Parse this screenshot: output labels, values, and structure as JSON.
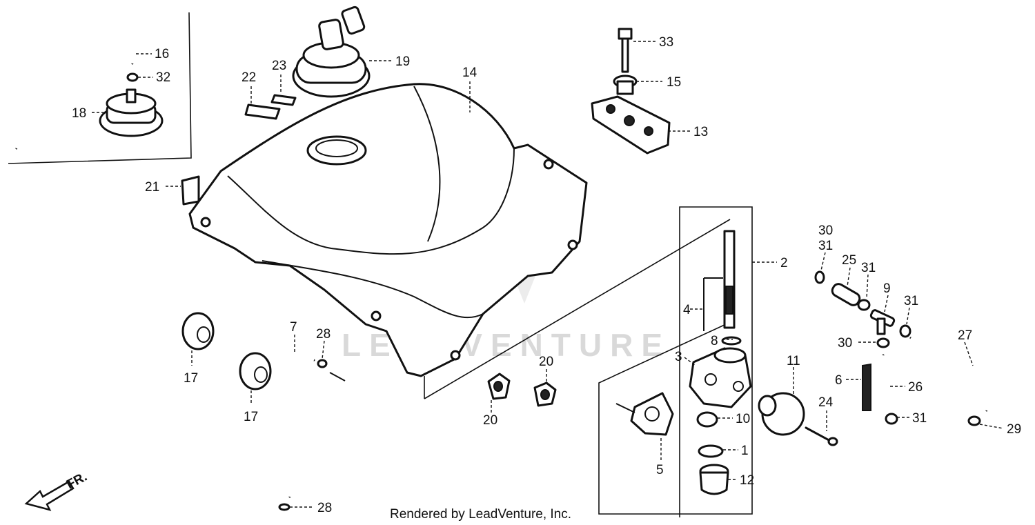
{
  "watermark": "LEADVENTURE",
  "credit": "Rendered by LeadVenture, Inc.",
  "direction_label": "FR.",
  "callouts": [
    {
      "id": "c16",
      "text": "16"
    },
    {
      "id": "c32",
      "text": "32"
    },
    {
      "id": "c18",
      "text": "18"
    },
    {
      "id": "c19",
      "text": "19"
    },
    {
      "id": "c22",
      "text": "22"
    },
    {
      "id": "c23",
      "text": "23"
    },
    {
      "id": "c14",
      "text": "14"
    },
    {
      "id": "c33",
      "text": "33"
    },
    {
      "id": "c15",
      "text": "15"
    },
    {
      "id": "c13",
      "text": "13"
    },
    {
      "id": "c21",
      "text": "21"
    },
    {
      "id": "c2",
      "text": "2"
    },
    {
      "id": "c4",
      "text": "4"
    },
    {
      "id": "c8",
      "text": "8"
    },
    {
      "id": "c3",
      "text": "3"
    },
    {
      "id": "c11",
      "text": "11"
    },
    {
      "id": "c10",
      "text": "10"
    },
    {
      "id": "c1",
      "text": "1"
    },
    {
      "id": "c5",
      "text": "5"
    },
    {
      "id": "c12",
      "text": "12"
    },
    {
      "id": "c24",
      "text": "24"
    },
    {
      "id": "c30a",
      "text": "30"
    },
    {
      "id": "c31a",
      "text": "31"
    },
    {
      "id": "c25",
      "text": "25"
    },
    {
      "id": "c31b",
      "text": "31"
    },
    {
      "id": "c9",
      "text": "9"
    },
    {
      "id": "c31c",
      "text": "31"
    },
    {
      "id": "c30b",
      "text": "30"
    },
    {
      "id": "c27",
      "text": "27"
    },
    {
      "id": "c6",
      "text": "6"
    },
    {
      "id": "c26",
      "text": "26"
    },
    {
      "id": "c31d",
      "text": "31"
    },
    {
      "id": "c29",
      "text": "29"
    },
    {
      "id": "c17a",
      "text": "17"
    },
    {
      "id": "c17b",
      "text": "17"
    },
    {
      "id": "c7",
      "text": "7"
    },
    {
      "id": "c28a",
      "text": "28"
    },
    {
      "id": "c28b",
      "text": "28"
    },
    {
      "id": "c20a",
      "text": "20"
    },
    {
      "id": "c20b",
      "text": "20"
    }
  ]
}
